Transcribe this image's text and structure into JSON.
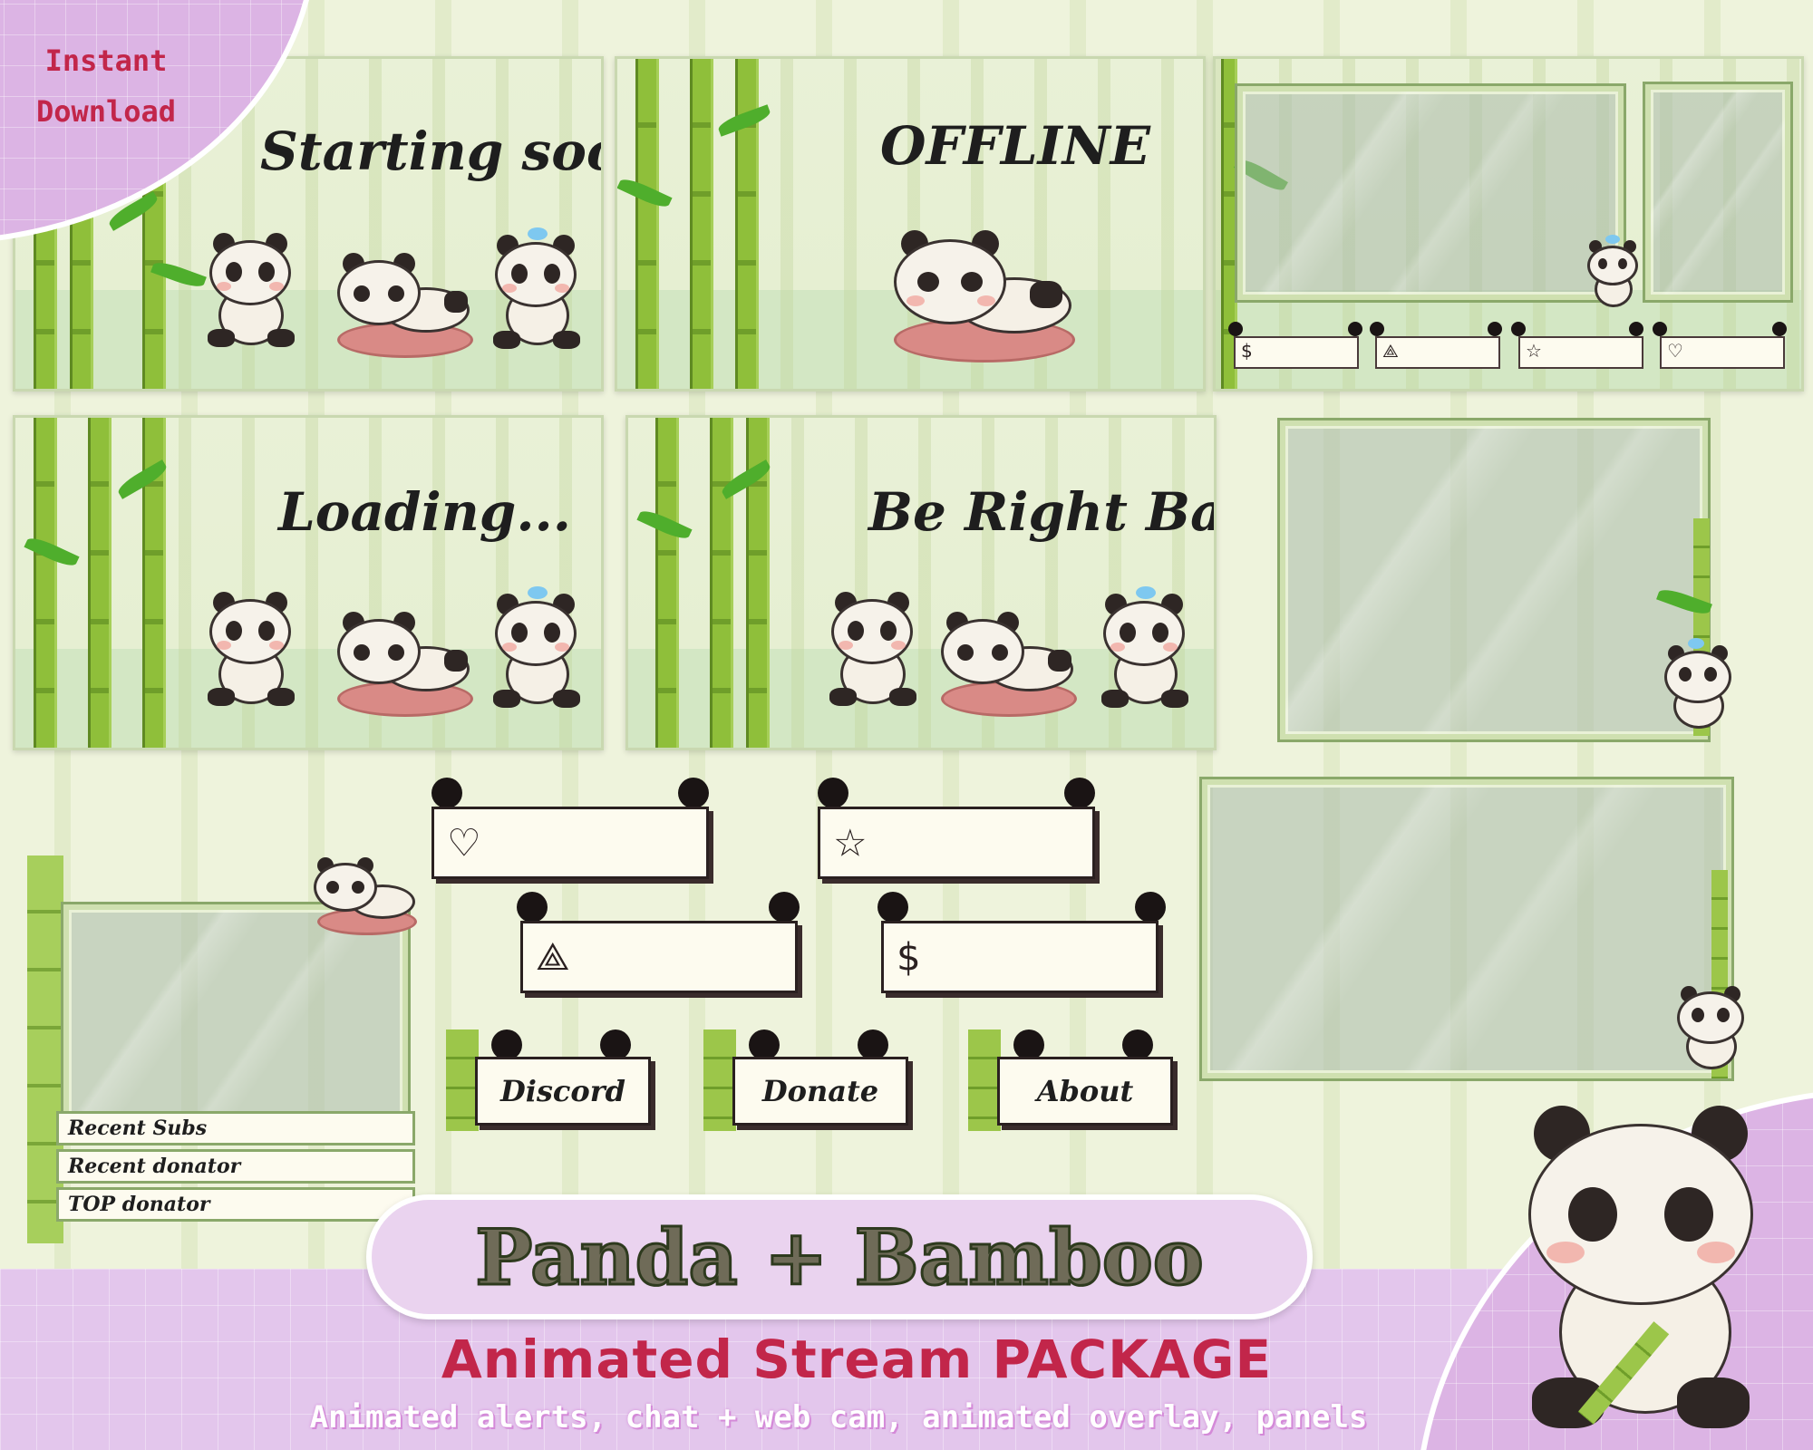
{
  "badge": {
    "line1": "Instant",
    "line2": "Download"
  },
  "scenes": {
    "starting": "Starting soon",
    "offline": "OFFLINE",
    "loading": "Loading...",
    "brb": "Be Right Back"
  },
  "alerts": [
    {
      "icon_name": "heart-icon",
      "glyph": "♡"
    },
    {
      "icon_name": "star-icon",
      "glyph": "☆"
    },
    {
      "icon_name": "ethereum-icon",
      "glyph": "⟁"
    },
    {
      "icon_name": "dollar-icon",
      "glyph": "$"
    }
  ],
  "mini_alerts": [
    {
      "icon_name": "dollar-icon",
      "glyph": "$"
    },
    {
      "icon_name": "ethereum-icon",
      "glyph": "⟁"
    },
    {
      "icon_name": "star-icon",
      "glyph": "☆"
    },
    {
      "icon_name": "heart-icon",
      "glyph": "♡"
    }
  ],
  "panels": {
    "discord": "Discord",
    "donate": "Donate",
    "about": "About"
  },
  "chat": {
    "recent_subs": "Recent Subs",
    "recent_donator": "Recent donator",
    "top_donator": "TOP donator"
  },
  "banner": {
    "title": "Panda + Bamboo",
    "subtitle": "Animated Stream PACKAGE",
    "tagline": "Animated alerts, chat + web cam, animated overlay, panels"
  },
  "colors": {
    "accent": "#c2264a",
    "lavender": "#e3c6ec",
    "bamboo": "#8fbf3a",
    "frame": "#cfe0b0"
  }
}
